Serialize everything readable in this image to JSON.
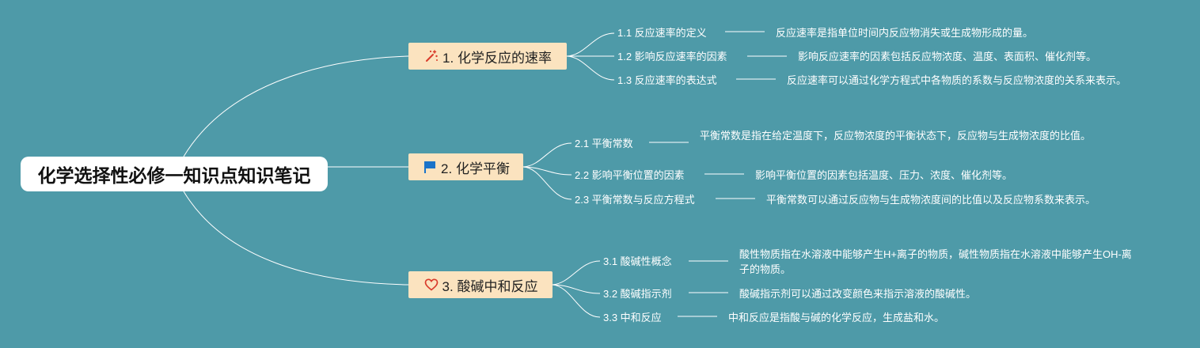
{
  "root": {
    "title": "化学选择性必修一知识点知识笔记"
  },
  "branches": [
    {
      "label": "1. 化学反应的速率",
      "icon": "sparkle-wand-icon",
      "color": "#d93b2b",
      "items": [
        {
          "label": "1.1 反应速率的定义",
          "desc": "反应速率是指单位时间内反应物消失或生成物形成的量。"
        },
        {
          "label": "1.2 影响反应速率的因素",
          "desc": "影响反应速率的因素包括反应物浓度、温度、表面积、催化剂等。"
        },
        {
          "label": "1.3 反应速率的表达式",
          "desc": "反应速率可以通过化学方程式中各物质的系数与反应物浓度的关系来表示。"
        }
      ]
    },
    {
      "label": "2. 化学平衡",
      "icon": "flag-icon",
      "color": "#1a73c9",
      "items": [
        {
          "label": "2.1 平衡常数",
          "desc": "平衡常数是指在给定温度下，反应物浓度的平衡状态下，反应物与生成物浓度的比值。"
        },
        {
          "label": "2.2 影响平衡位置的因素",
          "desc": "影响平衡位置的因素包括温度、压力、浓度、催化剂等。"
        },
        {
          "label": "2.3 平衡常数与反应方程式",
          "desc": "平衡常数可以通过反应物与生成物浓度间的比值以及反应物系数来表示。"
        }
      ]
    },
    {
      "label": "3. 酸碱中和反应",
      "icon": "heart-icon",
      "color": "#d93b2b",
      "items": [
        {
          "label": "3.1 酸碱性概念",
          "desc": "酸性物质指在水溶液中能够产生H+离子的物质，碱性物质指在水溶液中能够产生OH-离子的物质。"
        },
        {
          "label": "3.2 酸碱指示剂",
          "desc": "酸碱指示剂可以通过改变颜色来指示溶液的酸碱性。"
        },
        {
          "label": "3.3 中和反应",
          "desc": "中和反应是指酸与碱的化学反应，生成盐和水。"
        }
      ]
    }
  ]
}
